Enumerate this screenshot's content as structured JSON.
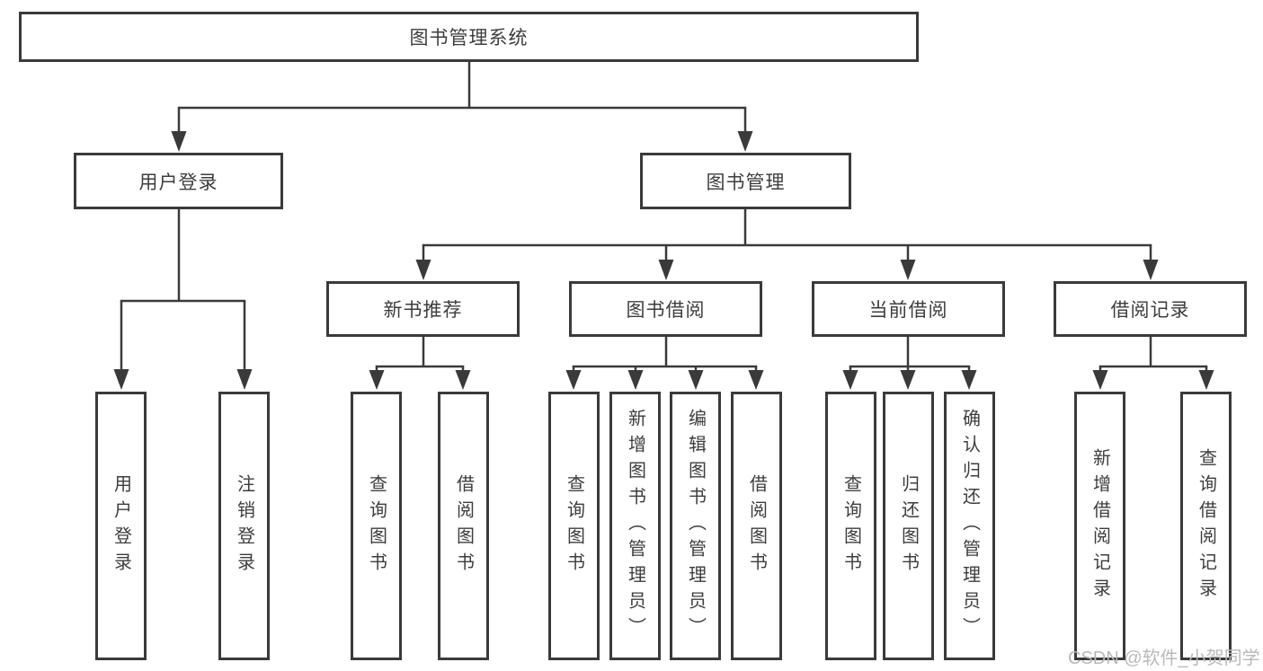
{
  "diagram": {
    "root": "图书管理系统",
    "user_login": {
      "label": "用户登录",
      "children": {
        "login": "用户登录",
        "logout": "注销登录"
      }
    },
    "book_mgmt": {
      "label": "图书管理",
      "new_book_rec": {
        "label": "新书推荐",
        "children": {
          "query": "查询图书",
          "borrow": "借阅图书"
        }
      },
      "book_borrow": {
        "label": "图书借阅",
        "children": {
          "query": "查询图书",
          "add": "新增图书（管理员）",
          "edit": "编辑图书（管理员）",
          "borrow": "借阅图书"
        }
      },
      "current_borrow": {
        "label": "当前借阅",
        "children": {
          "query": "查询图书",
          "return_book": "归还图书",
          "confirm": "确认归还（管理员）"
        }
      },
      "borrow_records": {
        "label": "借阅记录",
        "children": {
          "add": "新增借阅记录",
          "query": "查询借阅记录"
        }
      }
    }
  },
  "watermark": {
    "text": "CSDN @软件_小贺同学"
  },
  "colors": {
    "line": "#3a3a3a",
    "text": "#3d3d3d",
    "watermark": "#b9b9b9",
    "background": "#ffffff"
  }
}
